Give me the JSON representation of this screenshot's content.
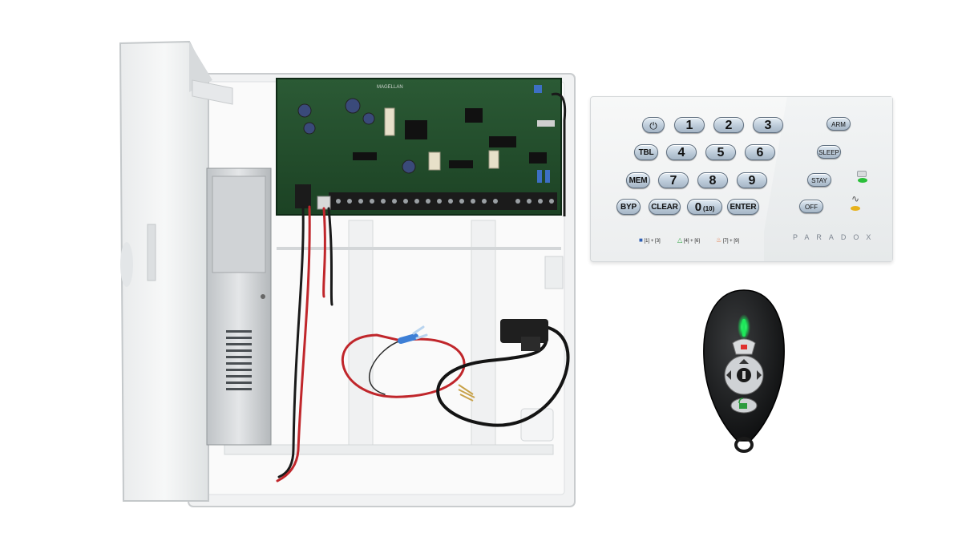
{
  "keypad": {
    "brand": "PARADOX",
    "keys": {
      "one": "1",
      "two": "2",
      "three": "3",
      "four": "4",
      "five": "5",
      "six": "6",
      "seven": "7",
      "eight": "8",
      "nine": "9",
      "zero": "0",
      "zero_sub": "(10)",
      "tbl": "TBL",
      "mem": "MEM",
      "byp": "BYP",
      "clear": "CLEAR",
      "enter": "ENTER",
      "arm": "ARM",
      "sleep": "SLEEP",
      "stay": "STAY",
      "off": "OFF"
    },
    "legends": {
      "police": "[1] + [3]",
      "medical": "[4] + [6]",
      "fire": "[7] + [9]"
    },
    "colors": {
      "status_led": "#2bbf3a",
      "ac_led": "#e7b21c"
    }
  },
  "panel_board": {
    "label": "MAGELLAN",
    "board_color": "#1f4b2a"
  },
  "remote": {
    "led_color": "#1ee85a",
    "panic_color": "#e0302e"
  }
}
